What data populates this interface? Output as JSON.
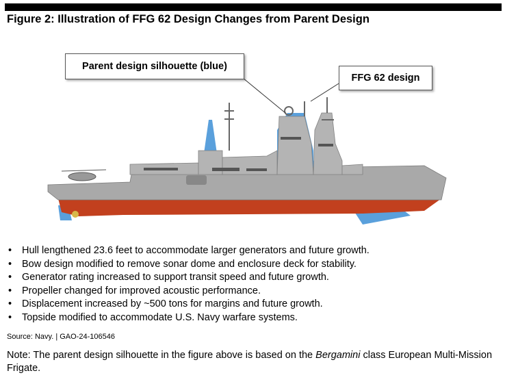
{
  "figure": {
    "title": "Figure 2: Illustration of FFG 62 Design Changes from Parent Design"
  },
  "callouts": {
    "parent": "Parent design silhouette (blue)",
    "ffg": "FFG 62 design"
  },
  "bullets": [
    "Hull lengthened 23.6 feet to accommodate larger generators and future growth.",
    "Bow design modified to remove sonar dome and enclosure deck for stability.",
    "Generator rating increased to support transit speed and future growth.",
    "Propeller changed for improved acoustic performance.",
    "Displacement increased by ~500 tons for margins and future growth.",
    "Topside modified to accommodate U.S. Navy warfare systems."
  ],
  "bullet_glyph": "•",
  "source": "Source: Navy.  |  GAO-24-106546",
  "note": {
    "prefix": "Note: The parent design silhouette in the figure above is based on the ",
    "italic": "Bergamini",
    "suffix": " class European Multi-Mission Frigate."
  },
  "colors": {
    "parent_silhouette": "#5aa0dc",
    "hull_red": "#c2401e",
    "superstructure_gray": "#a8a8a8"
  }
}
